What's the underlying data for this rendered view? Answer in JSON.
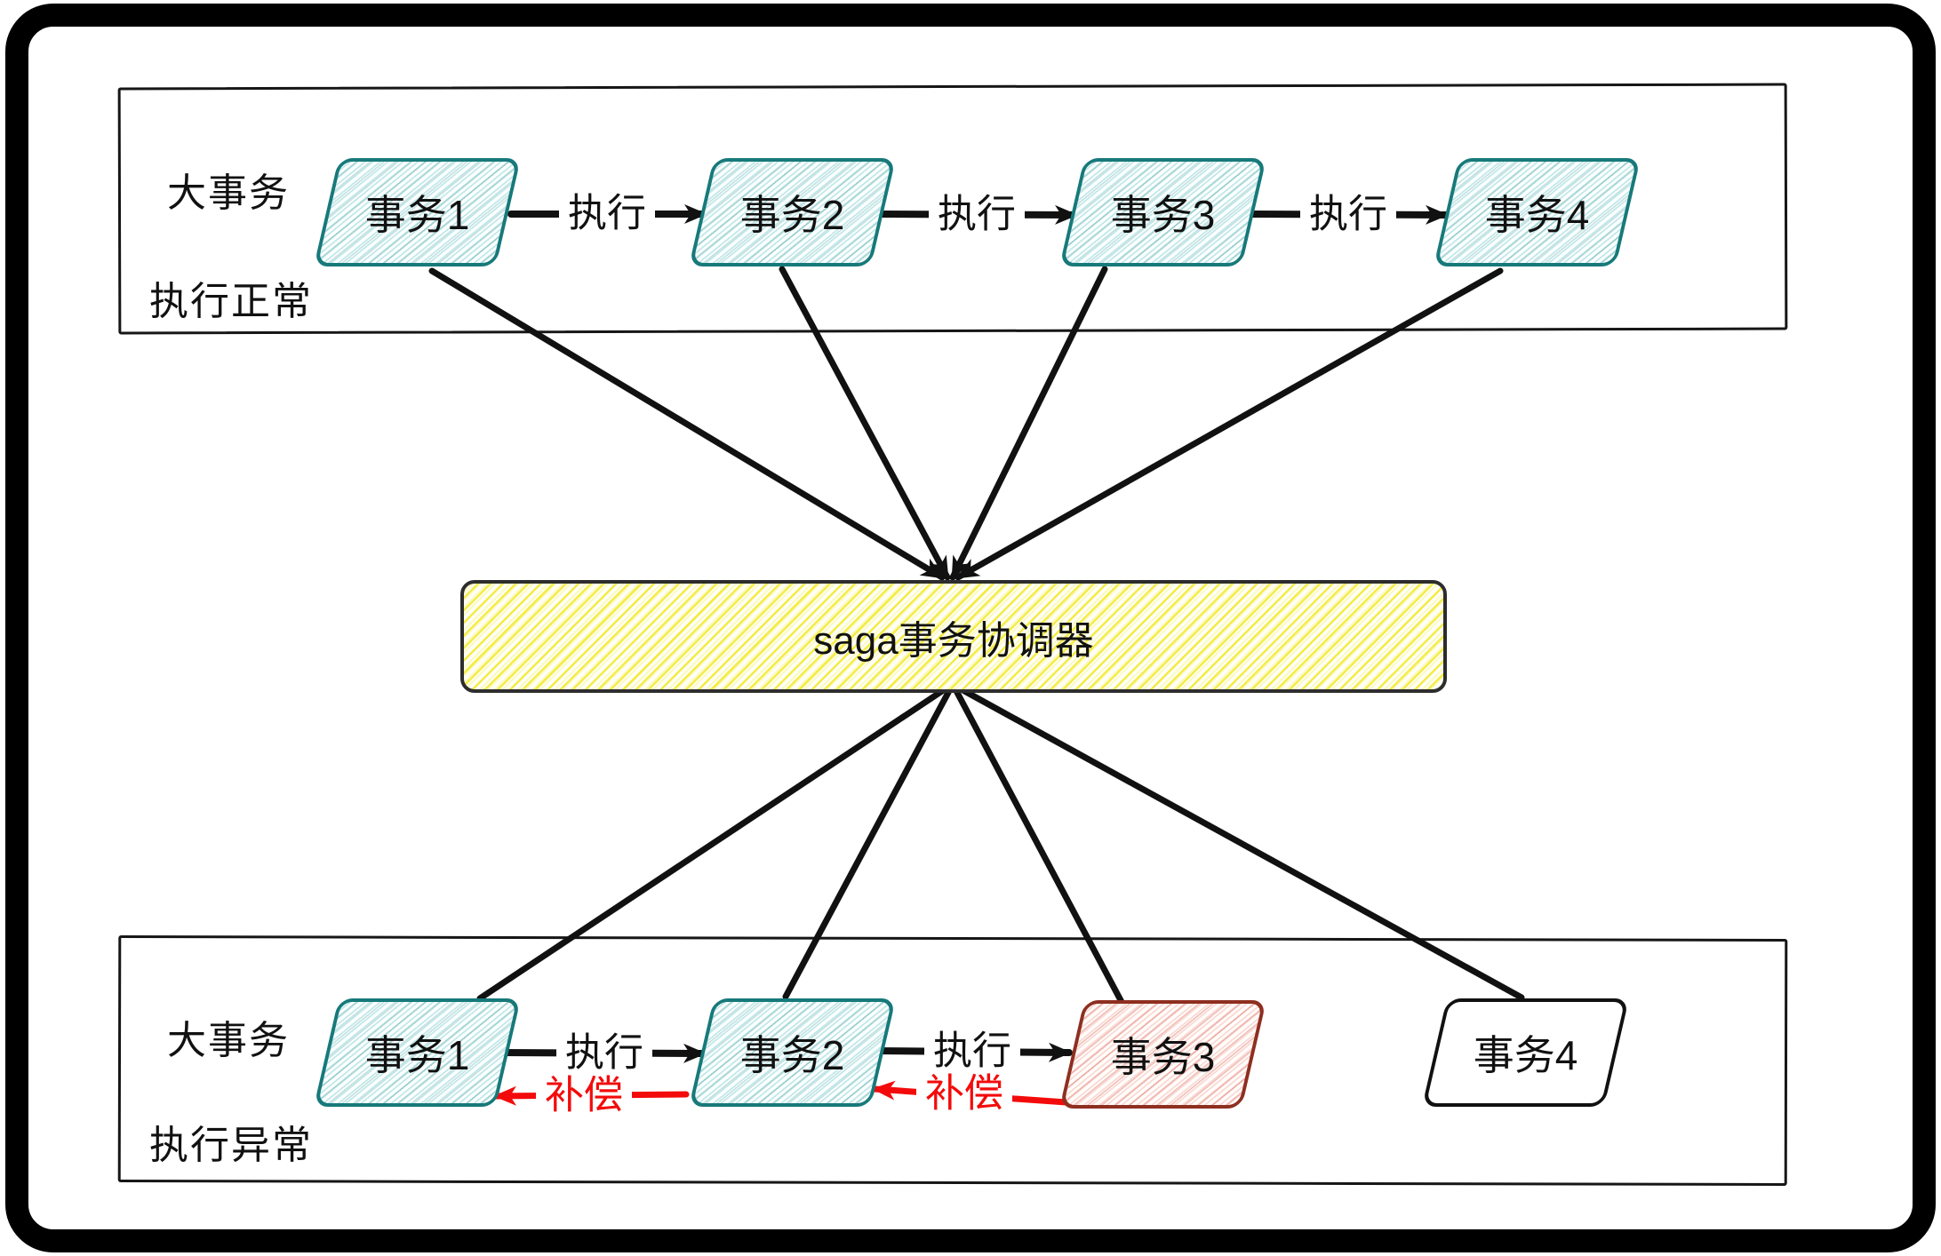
{
  "coordinator": {
    "label": "saga事务协调器"
  },
  "sections": {
    "top": {
      "label_line1": "大事务",
      "label_line2": "执行正常",
      "boxes": [
        {
          "label": "事务1"
        },
        {
          "label": "事务2"
        },
        {
          "label": "事务3"
        },
        {
          "label": "事务4"
        }
      ],
      "exec_arrows": [
        {
          "label": "执行"
        },
        {
          "label": "执行"
        },
        {
          "label": "执行"
        }
      ]
    },
    "bottom": {
      "label_line1": "大事务",
      "label_line2": "执行异常",
      "boxes": [
        {
          "label": "事务1"
        },
        {
          "label": "事务2"
        },
        {
          "label": "事务3"
        },
        {
          "label": "事务4"
        }
      ],
      "exec_arrows": [
        {
          "label": "执行"
        },
        {
          "label": "执行"
        }
      ],
      "compensate_arrows": [
        {
          "label": "补偿"
        },
        {
          "label": "补偿"
        }
      ]
    }
  },
  "colors": {
    "teal_border": "#17797a",
    "teal_hatch": "#89d1d4",
    "yellow_hatch": "#f2ea2d",
    "maroon_border": "#8e2f20",
    "red_hatch": "#f5afa3",
    "compensate_red": "#f30b0b",
    "line_black": "#111111"
  }
}
